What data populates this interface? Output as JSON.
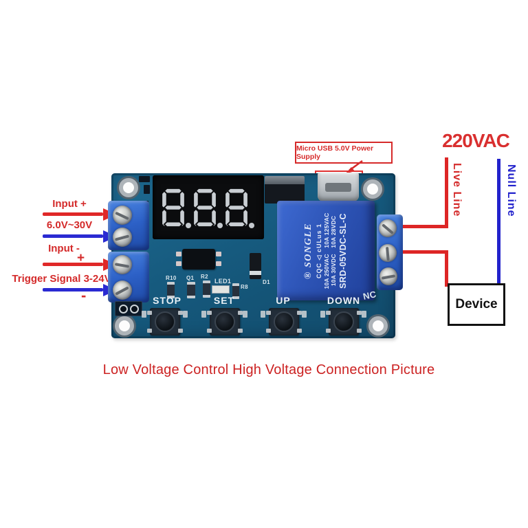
{
  "caption": "Low Voltage Control High Voltage Connection Picture",
  "annotations": {
    "left": {
      "input_plus": "Input +",
      "voltage_range": "6.0V~30V",
      "input_minus": "Input -",
      "plus": "+",
      "trigger": "Trigger Signal 3-24V",
      "minus": "-"
    },
    "top": {
      "usb_callout": "Micro USB 5.0V Power Supply"
    },
    "right": {
      "mains": "220VAC",
      "live": "Live Line",
      "null": "Null Line",
      "device": "Device"
    }
  },
  "board": {
    "display": {
      "value": "8.8.8."
    },
    "buttons": [
      "STOP",
      "SET",
      "UP",
      "DOWN"
    ],
    "nc_label": "NC",
    "relay": {
      "registered": "®",
      "brand": "SONGLE",
      "certs": "CQC  ◁  cULus  1",
      "ratings": [
        "10A 250VAC",
        "10A 125VAC",
        "10A 30VDC",
        "10A 28VDC"
      ],
      "model": "SRD-05VDC-SL-C"
    },
    "silkscreen": {
      "r10": "R10",
      "q1": "Q1",
      "r2": "R2",
      "led1": "LED1",
      "r8": "R8",
      "d1": "D1"
    }
  },
  "colors": {
    "annotation_red": "#d42a2a",
    "annotation_blue": "#2525cc",
    "pcb_blue": "#165a7e",
    "relay_blue": "#2d54b6",
    "terminal_blue": "#2c60c6"
  }
}
